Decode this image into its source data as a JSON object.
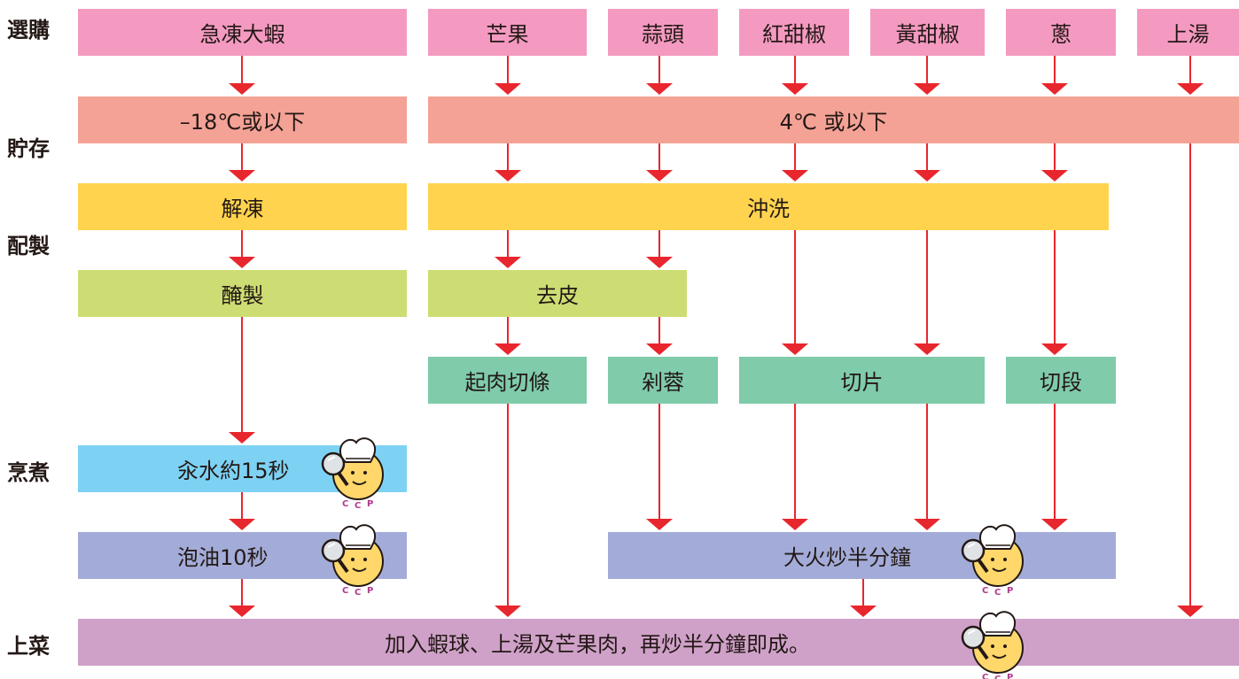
{
  "stages": {
    "select": "選購",
    "storage": "貯存",
    "prep": "配製",
    "cook": "烹煮",
    "serve": "上菜"
  },
  "select": {
    "shrimp": "急凍大蝦",
    "mango": "芒果",
    "garlic": "蒜頭",
    "red_pepper": "紅甜椒",
    "yellow_pepper": "黃甜椒",
    "scallion": "蔥",
    "stock": "上湯"
  },
  "storage": {
    "frozen": "–18℃或以下",
    "chilled": "4℃ 或以下"
  },
  "prep": {
    "thaw": "解凍",
    "rinse": "沖洗",
    "marinate": "醃製",
    "peel": "去皮",
    "flesh_strips": "起肉切條",
    "mince": "剁蓉",
    "slice": "切片",
    "section": "切段"
  },
  "cook": {
    "blanch": "汆水約15秒",
    "oil_blanch": "泡油10秒",
    "stir_fry": "大火炒半分鐘"
  },
  "serve": {
    "final": "加入蝦球、上湯及芒果肉，再炒半分鐘即成。"
  },
  "ccp_label": "CCP",
  "colors": {
    "select": "#f49ac1",
    "storage": "#f4a296",
    "prep_yellow": "#ffd34e",
    "prep_green": "#cddd73",
    "prep_teal": "#7fcbaa",
    "cook_blue": "#7dd2f4",
    "cook_purple": "#a3acd8",
    "serve": "#cfa1c9",
    "arrow": "#e8262d"
  }
}
